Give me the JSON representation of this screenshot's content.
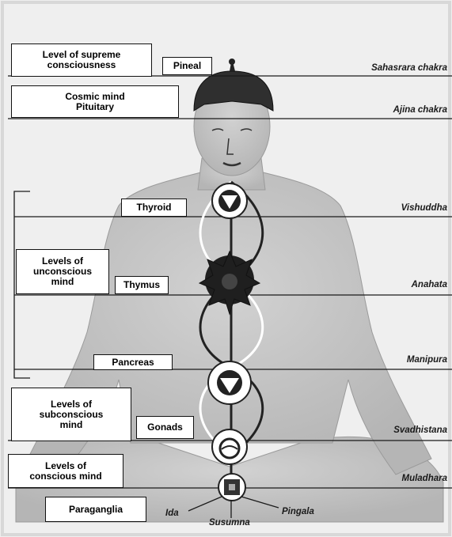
{
  "boxes": {
    "supreme": "Level of supreme consciousness",
    "pineal": "Pineal",
    "cosmic": "Cosmic mind\nPituitary",
    "thyroid": "Thyroid",
    "unconscious": "Levels of unconscious mind",
    "thymus": "Thymus",
    "pancreas": "Pancreas",
    "subconscious": "Levels of subconscious mind",
    "gonads": "Gonads",
    "conscious": "Levels of conscious mind",
    "paraganglia": "Paraganglia"
  },
  "chakras": {
    "sahasrara": "Sahasrara chakra",
    "ajina": "Ajina chakra",
    "vishuddha": "Vishuddha",
    "anahata": "Anahata",
    "manipura": "Manipura",
    "svadhistana": "Svadhistana",
    "muladhara": "Muladhara"
  },
  "nadis": {
    "ida": "Ida",
    "susumna": "Susumna",
    "pingala": "Pingala"
  },
  "colors": {
    "background": "#efefef",
    "skin": "#c9c9c9",
    "lines": "#1a1a1a"
  }
}
